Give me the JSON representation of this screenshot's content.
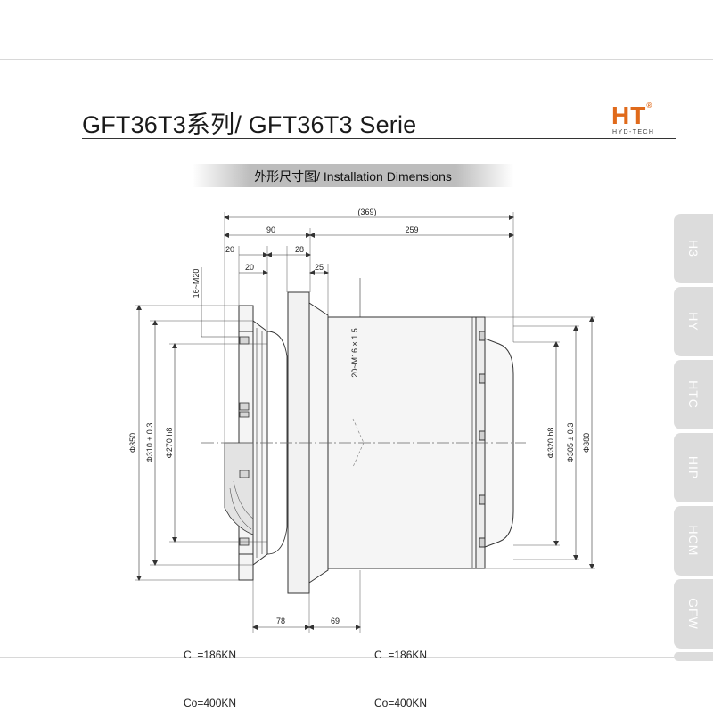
{
  "header": {
    "title": "GFT36T3系列/ GFT36T3 Serie",
    "logo_text": "HT",
    "logo_mark": "®",
    "logo_sub": "HYD-TECH",
    "accent_color": "#e06a1b"
  },
  "section": {
    "title": "外形尺寸图/ Installation Dimensions"
  },
  "side_tabs": [
    {
      "label": "H3"
    },
    {
      "label": "HY"
    },
    {
      "label": "HTC"
    },
    {
      "label": "HIP"
    },
    {
      "label": "HCM"
    },
    {
      "label": "GFW"
    }
  ],
  "dimensions": {
    "overall": "(369)",
    "d90": "90",
    "d259": "259",
    "d20a": "20",
    "d28": "28",
    "d20b": "20",
    "d25": "25",
    "thread_left": "16~M20",
    "thread_mid": "20~M16 × 1.5",
    "dia350": "Φ350",
    "dia310": "Φ310 ± 0.3",
    "dia270": "Φ270 h8",
    "dia320": "Φ320 h8",
    "dia305": "Φ305 ± 0.3",
    "dia380": "Φ380",
    "d78": "78",
    "d69": "69"
  },
  "loads": {
    "left_c": "C  =186KN",
    "left_co": "Co=400KN",
    "right_c": "C  =186KN",
    "right_co": "Co=400KN"
  }
}
